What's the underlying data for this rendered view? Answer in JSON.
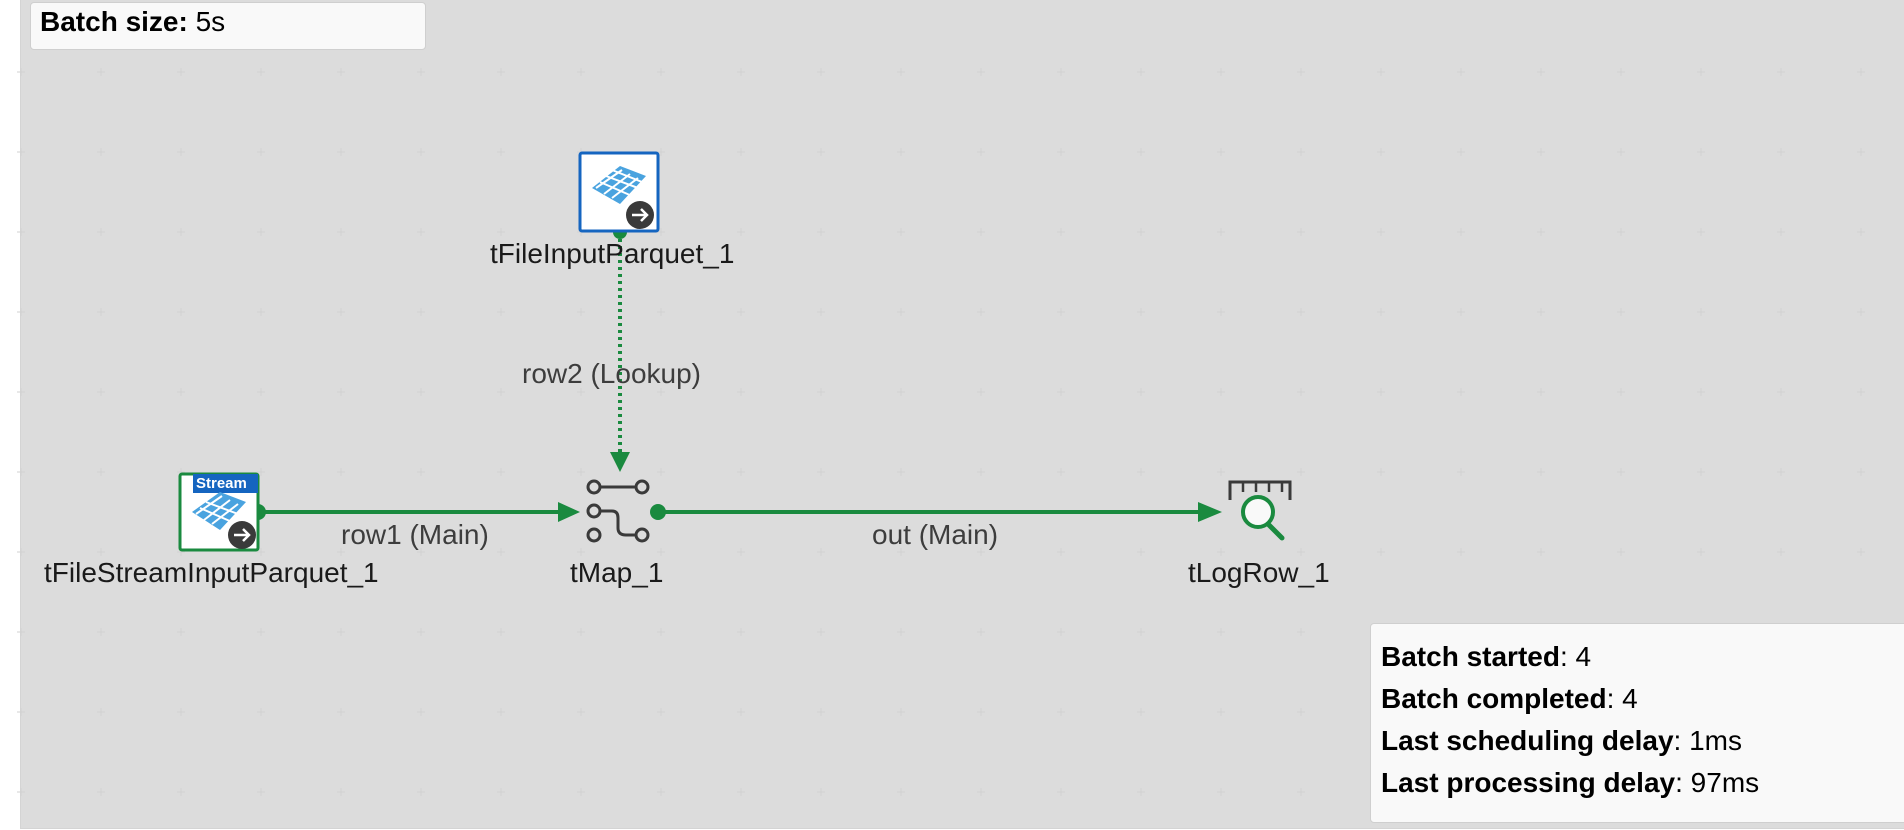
{
  "batch_size": {
    "label": "Batch size:",
    "value": " 5s"
  },
  "components": [
    {
      "name": "tFileInputParquet_1",
      "icon": "parquet-file-icon"
    },
    {
      "name": "tFileStreamInputParquet_1",
      "icon": "parquet-stream-icon",
      "badge": "Stream"
    },
    {
      "name": "tMap_1",
      "icon": "map-icon"
    },
    {
      "name": "tLogRow_1",
      "icon": "log-row-icon"
    }
  ],
  "links": [
    {
      "label": "row2 (Lookup)",
      "style": "dotted"
    },
    {
      "label": "row1 (Main)",
      "style": "solid"
    },
    {
      "label": "out (Main)",
      "style": "solid"
    }
  ],
  "stats": [
    {
      "label": "Batch started",
      "value": ": 4"
    },
    {
      "label": "Batch completed",
      "value": ": 4"
    },
    {
      "label": "Last scheduling delay",
      "value": ": 1ms"
    },
    {
      "label": "Last processing delay",
      "value": ": 97ms"
    }
  ],
  "colors": {
    "link_green": "#1a8a3f",
    "selection_blue": "#1565c0",
    "parquet_blue": "#4aa3df",
    "icon_dark": "#3a3a3a"
  }
}
